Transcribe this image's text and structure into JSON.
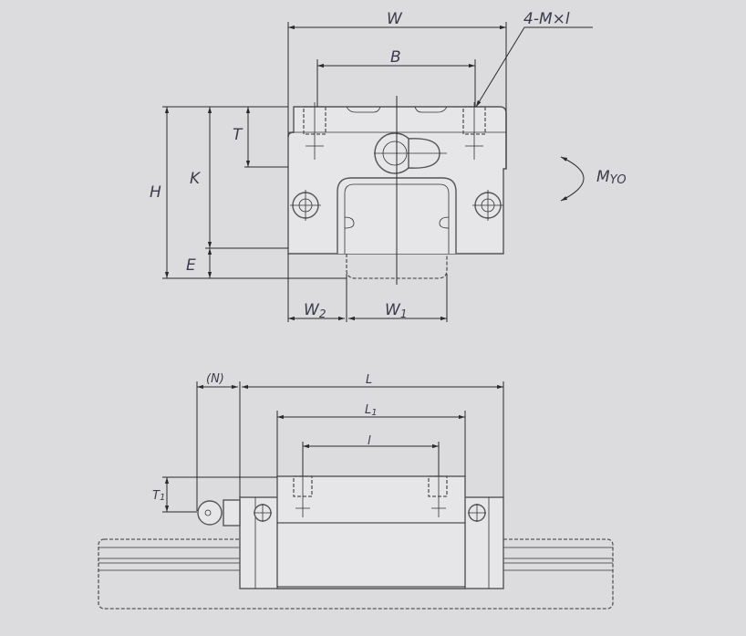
{
  "title": "Linear guide block dimension drawing",
  "labels": {
    "W": "W",
    "B": "B",
    "M": "4-M×l",
    "H": "H",
    "K": "K",
    "T": "T",
    "E": "E",
    "W2": "W",
    "W2_sub": "2",
    "W1": "W",
    "W1_sub": "1",
    "MY0": "M",
    "MY0_sub": "YO",
    "N": "(N)",
    "L": "L",
    "L1": "L",
    "L1_sub": "1",
    "l": "l",
    "T1": "T",
    "T1_sub": "1"
  }
}
